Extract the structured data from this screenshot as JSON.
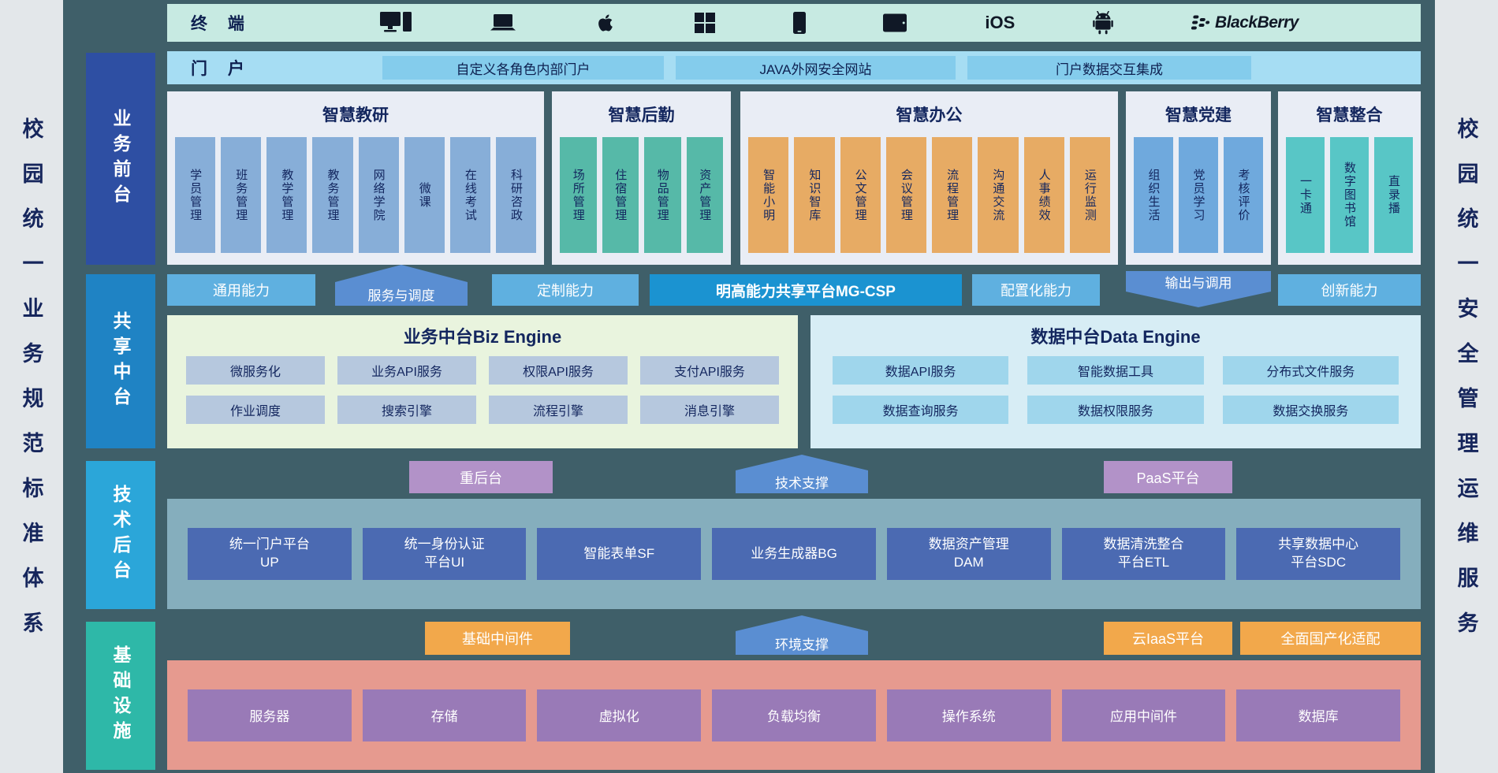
{
  "colors": {
    "background": "#3f5f69",
    "band_front": "#2e4fa3",
    "band_share": "#1f83c4",
    "band_tech": "#2ba6d9",
    "band_infra": "#2eb8a8",
    "arrow_blue": "#5a8ed2",
    "platform_blue": "#1b93d1",
    "orange": "#f2a84b",
    "purple": "#b292c8"
  },
  "side_rails": {
    "left": "校园统一业务规范标准体系",
    "right": "校园统一安全管理运维服务"
  },
  "section_labels": [
    {
      "label": "业务前台"
    },
    {
      "label": "共享中台"
    },
    {
      "label": "技术后台"
    },
    {
      "label": "基础设施"
    }
  ],
  "terminal_row": {
    "label": "终 端",
    "icons": [
      "desktop-pc",
      "laptop",
      "apple",
      "windows",
      "smartphone",
      "tablet",
      "ios",
      "android",
      "blackberry"
    ],
    "ios_label": "iOS",
    "blackberry_label": "BlackBerry"
  },
  "portal_row": {
    "label": "门 户",
    "items": [
      "自定义各角色内部门户",
      "JAVA外网安全网站",
      "门户数据交互集成"
    ]
  },
  "front_groups": [
    {
      "title": "智慧教研",
      "items": [
        "学员管理",
        "班务管理",
        "教学管理",
        "教务管理",
        "网络学院",
        "微课",
        "在线考试",
        "科研咨政"
      ]
    },
    {
      "title": "智慧后勤",
      "items": [
        "场所管理",
        "住宿管理",
        "物品管理",
        "资产管理"
      ]
    },
    {
      "title": "智慧办公",
      "items": [
        "智能小明",
        "知识智库",
        "公文管理",
        "会议管理",
        "流程管理",
        "沟通交流",
        "人事绩效",
        "运行监测"
      ]
    },
    {
      "title": "智慧党建",
      "items": [
        "组织生活",
        "党员学习",
        "考核评价"
      ]
    },
    {
      "title": "智慧整合",
      "items": [
        "一卡通",
        "数字图书馆",
        "直录播"
      ]
    }
  ],
  "capability_row": {
    "general": "通用能力",
    "arrow_service": "服务与调度",
    "custom": "定制能力",
    "platform": "明高能力共享平台MG-CSP",
    "config": "配置化能力",
    "arrow_output": "输出与调用",
    "innovation": "创新能力"
  },
  "middle_platforms": {
    "biz": {
      "title": "业务中台Biz Engine",
      "rows": [
        [
          "微服务化",
          "业务API服务",
          "权限API服务",
          "支付API服务"
        ],
        [
          "作业调度",
          "搜索引擎",
          "流程引擎",
          "消息引擎"
        ]
      ]
    },
    "data": {
      "title": "数据中台Data Engine",
      "rows": [
        [
          "数据API服务",
          "智能数据工具",
          "分布式文件服务"
        ],
        [
          "数据查询服务",
          "数据权限服务",
          "数据交换服务"
        ]
      ]
    }
  },
  "tech_row": {
    "heavy_backend": "重后台",
    "arrow": "技术支撑",
    "paas": "PaaS平台"
  },
  "tech_backend": {
    "items": [
      "统一门户平台\nUP",
      "统一身份认证\n平台UI",
      "智能表单SF",
      "业务生成器BG",
      "数据资产管理\nDAM",
      "数据清洗整合\n平台ETL",
      "共享数据中心\n平台SDC"
    ]
  },
  "infra_row": {
    "middleware": "基础中间件",
    "arrow": "环境支撑",
    "iaas": "云IaaS平台",
    "localization": "全面国产化适配"
  },
  "infrastructure": {
    "items": [
      "服务器",
      "存储",
      "虚拟化",
      "负载均衡",
      "操作系统",
      "应用中间件",
      "数据库"
    ]
  }
}
